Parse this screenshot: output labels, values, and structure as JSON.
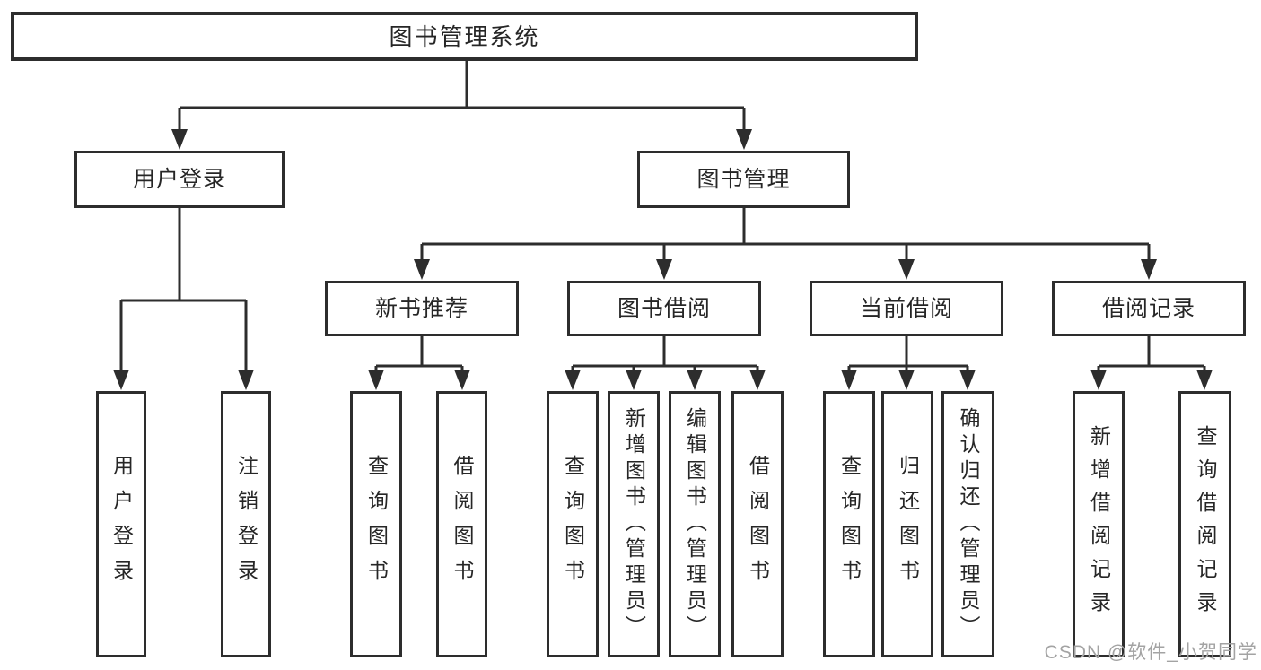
{
  "tree": {
    "root": {
      "label": "图书管理系统"
    },
    "children": [
      {
        "label": "用户登录",
        "children": [
          {
            "label": "用户登录"
          },
          {
            "label": "注销登录"
          }
        ]
      },
      {
        "label": "图书管理",
        "children": [
          {
            "label": "新书推荐",
            "children": [
              {
                "label": "查询图书"
              },
              {
                "label": "借阅图书"
              }
            ]
          },
          {
            "label": "图书借阅",
            "children": [
              {
                "label": "查询图书"
              },
              {
                "label": "新增图书（管理员）"
              },
              {
                "label": "编辑图书（管理员）"
              },
              {
                "label": "借阅图书"
              }
            ]
          },
          {
            "label": "当前借阅",
            "children": [
              {
                "label": "查询图书"
              },
              {
                "label": "归还图书"
              },
              {
                "label": "确认归还（管理员）"
              }
            ]
          },
          {
            "label": "借阅记录",
            "children": [
              {
                "label": "新增借阅记录"
              },
              {
                "label": "查询借阅记录"
              }
            ]
          }
        ]
      }
    ]
  },
  "watermark": {
    "text": "CSDN @软件_小贺同学"
  },
  "colors": {
    "line": "#2d2d2d",
    "box_border": "#2d2d2d",
    "text": "#262626",
    "watermark": "#a3a3a3",
    "background": "#ffffff"
  }
}
